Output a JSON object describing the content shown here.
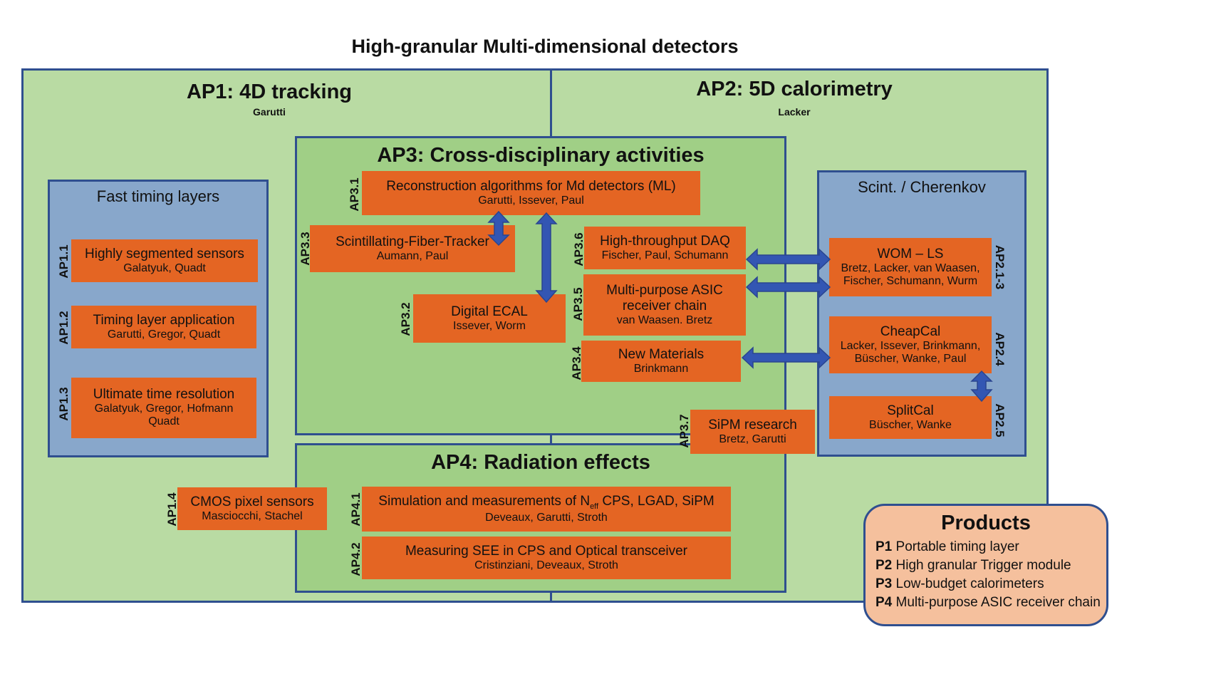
{
  "title": "High-granular Multi-dimensional detectors",
  "colors": {
    "outer_green": "#b9dba3",
    "inner_green": "#a0cf86",
    "blue_group": "#88a7cb",
    "task_orange": "#e46523",
    "border_blue": "#2f4f8f",
    "arrow_blue": "#3356b3",
    "products_bg": "#f5c09d"
  },
  "ap1": {
    "title": "AP1: 4D tracking",
    "lead": "Garutti"
  },
  "ap2": {
    "title": "AP2: 5D calorimetry",
    "lead": "Lacker"
  },
  "ap3": {
    "title": "AP3: Cross-disciplinary activities"
  },
  "ap4": {
    "title": "AP4: Radiation effects"
  },
  "groups": {
    "fast_timing": "Fast timing layers",
    "scint": "Scint. / Cherenkov"
  },
  "tasks": {
    "ap1_1": {
      "id": "AP1.1",
      "title": "Highly segmented sensors",
      "names": "Galatyuk, Quadt"
    },
    "ap1_2": {
      "id": "AP1.2",
      "title": "Timing layer application",
      "names": "Garutti, Gregor, Quadt"
    },
    "ap1_3": {
      "id": "AP1.3",
      "title": "Ultimate time resolution",
      "names": "Galatyuk, Gregor, Hofmann",
      "names2": "Quadt"
    },
    "ap1_4": {
      "id": "AP1.4",
      "title": "CMOS pixel sensors",
      "names": "Masciocchi, Stachel"
    },
    "ap3_1": {
      "id": "AP3.1",
      "title": "Reconstruction algorithms for Md detectors (ML)",
      "names": "Garutti, Issever, Paul"
    },
    "ap3_2": {
      "id": "AP3.2",
      "title": "Digital ECAL",
      "names": "Issever, Worm"
    },
    "ap3_3": {
      "id": "AP3.3",
      "title": "Scintillating-Fiber-Tracker",
      "names": "Aumann, Paul"
    },
    "ap3_4": {
      "id": "AP3.4",
      "title": "New Materials",
      "names": "Brinkmann"
    },
    "ap3_5": {
      "id": "AP3.5",
      "title": "Multi-purpose ASIC",
      "title2": "receiver chain",
      "names": "van Waasen. Bretz"
    },
    "ap3_6": {
      "id": "AP3.6",
      "title": "High-throughput DAQ",
      "names": "Fischer, Paul, Schumann"
    },
    "ap3_7": {
      "id": "AP3.7",
      "title": "SiPM research",
      "names": "Bretz, Garutti"
    },
    "ap4_1": {
      "id": "AP4.1",
      "title_a": "Simulation and measurements of N",
      "title_sub": "eff",
      "title_b": " CPS, LGAD, SiPM",
      "names": "Deveaux, Garutti, Stroth"
    },
    "ap4_2": {
      "id": "AP4.2",
      "title": "Measuring SEE in CPS and Optical transceiver",
      "names": "Cristinziani, Deveaux, Stroth"
    },
    "ap2_1_3": {
      "id": "AP2.1-3",
      "title": "WOM – LS",
      "names": "Bretz, Lacker, van Waasen,",
      "names2": "Fischer, Schumann, Wurm"
    },
    "ap2_4": {
      "id": "AP2.4",
      "title": "CheapCal",
      "names": "Lacker, Issever, Brinkmann,",
      "names2": "Büscher, Wanke, Paul"
    },
    "ap2_5": {
      "id": "AP2.5",
      "title": "SplitCal",
      "names": "Büscher, Wanke"
    }
  },
  "products": {
    "title": "Products",
    "items": [
      {
        "code": "P1",
        "label": "Portable timing layer"
      },
      {
        "code": "P2",
        "label": "High granular Trigger module"
      },
      {
        "code": "P3",
        "label": "Low-budget calorimeters"
      },
      {
        "code": "P4",
        "label": "Multi-purpose ASIC receiver chain"
      }
    ]
  }
}
